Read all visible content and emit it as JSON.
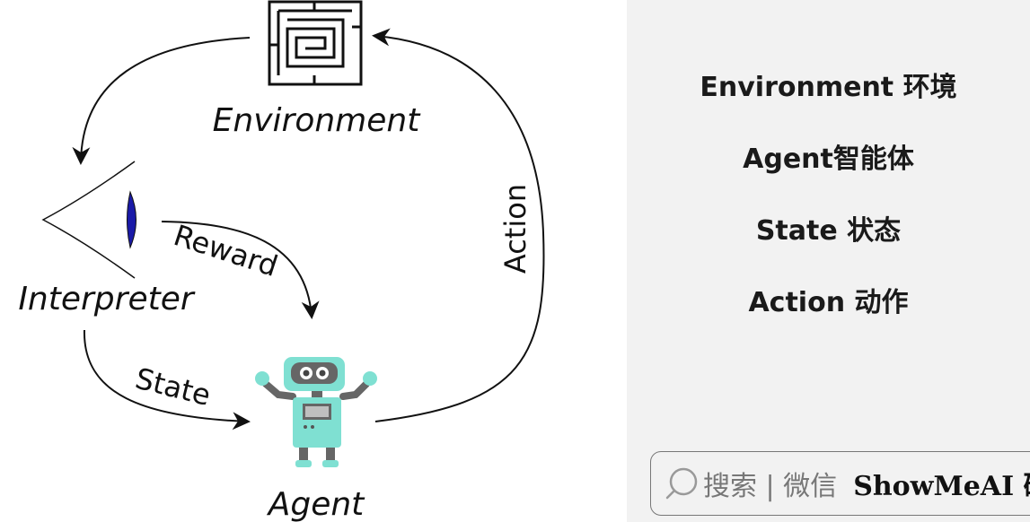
{
  "diagram": {
    "nodes": {
      "environment": "Environment",
      "interpreter": "Interpreter",
      "agent": "Agent"
    },
    "edges": {
      "reward": "Reward",
      "state": "State",
      "action": "Action"
    }
  },
  "legend": {
    "terms": [
      "Environment 环境",
      "Agent智能体",
      "State 状态",
      "Action 动作"
    ]
  },
  "search": {
    "query": "搜索 | 微信",
    "brand": "ShowMeAI 研"
  },
  "colors": {
    "robot_body": "#7fe0d2",
    "eye_iris": "#1a1aa8",
    "panel_bg": "#f2f2f2"
  }
}
